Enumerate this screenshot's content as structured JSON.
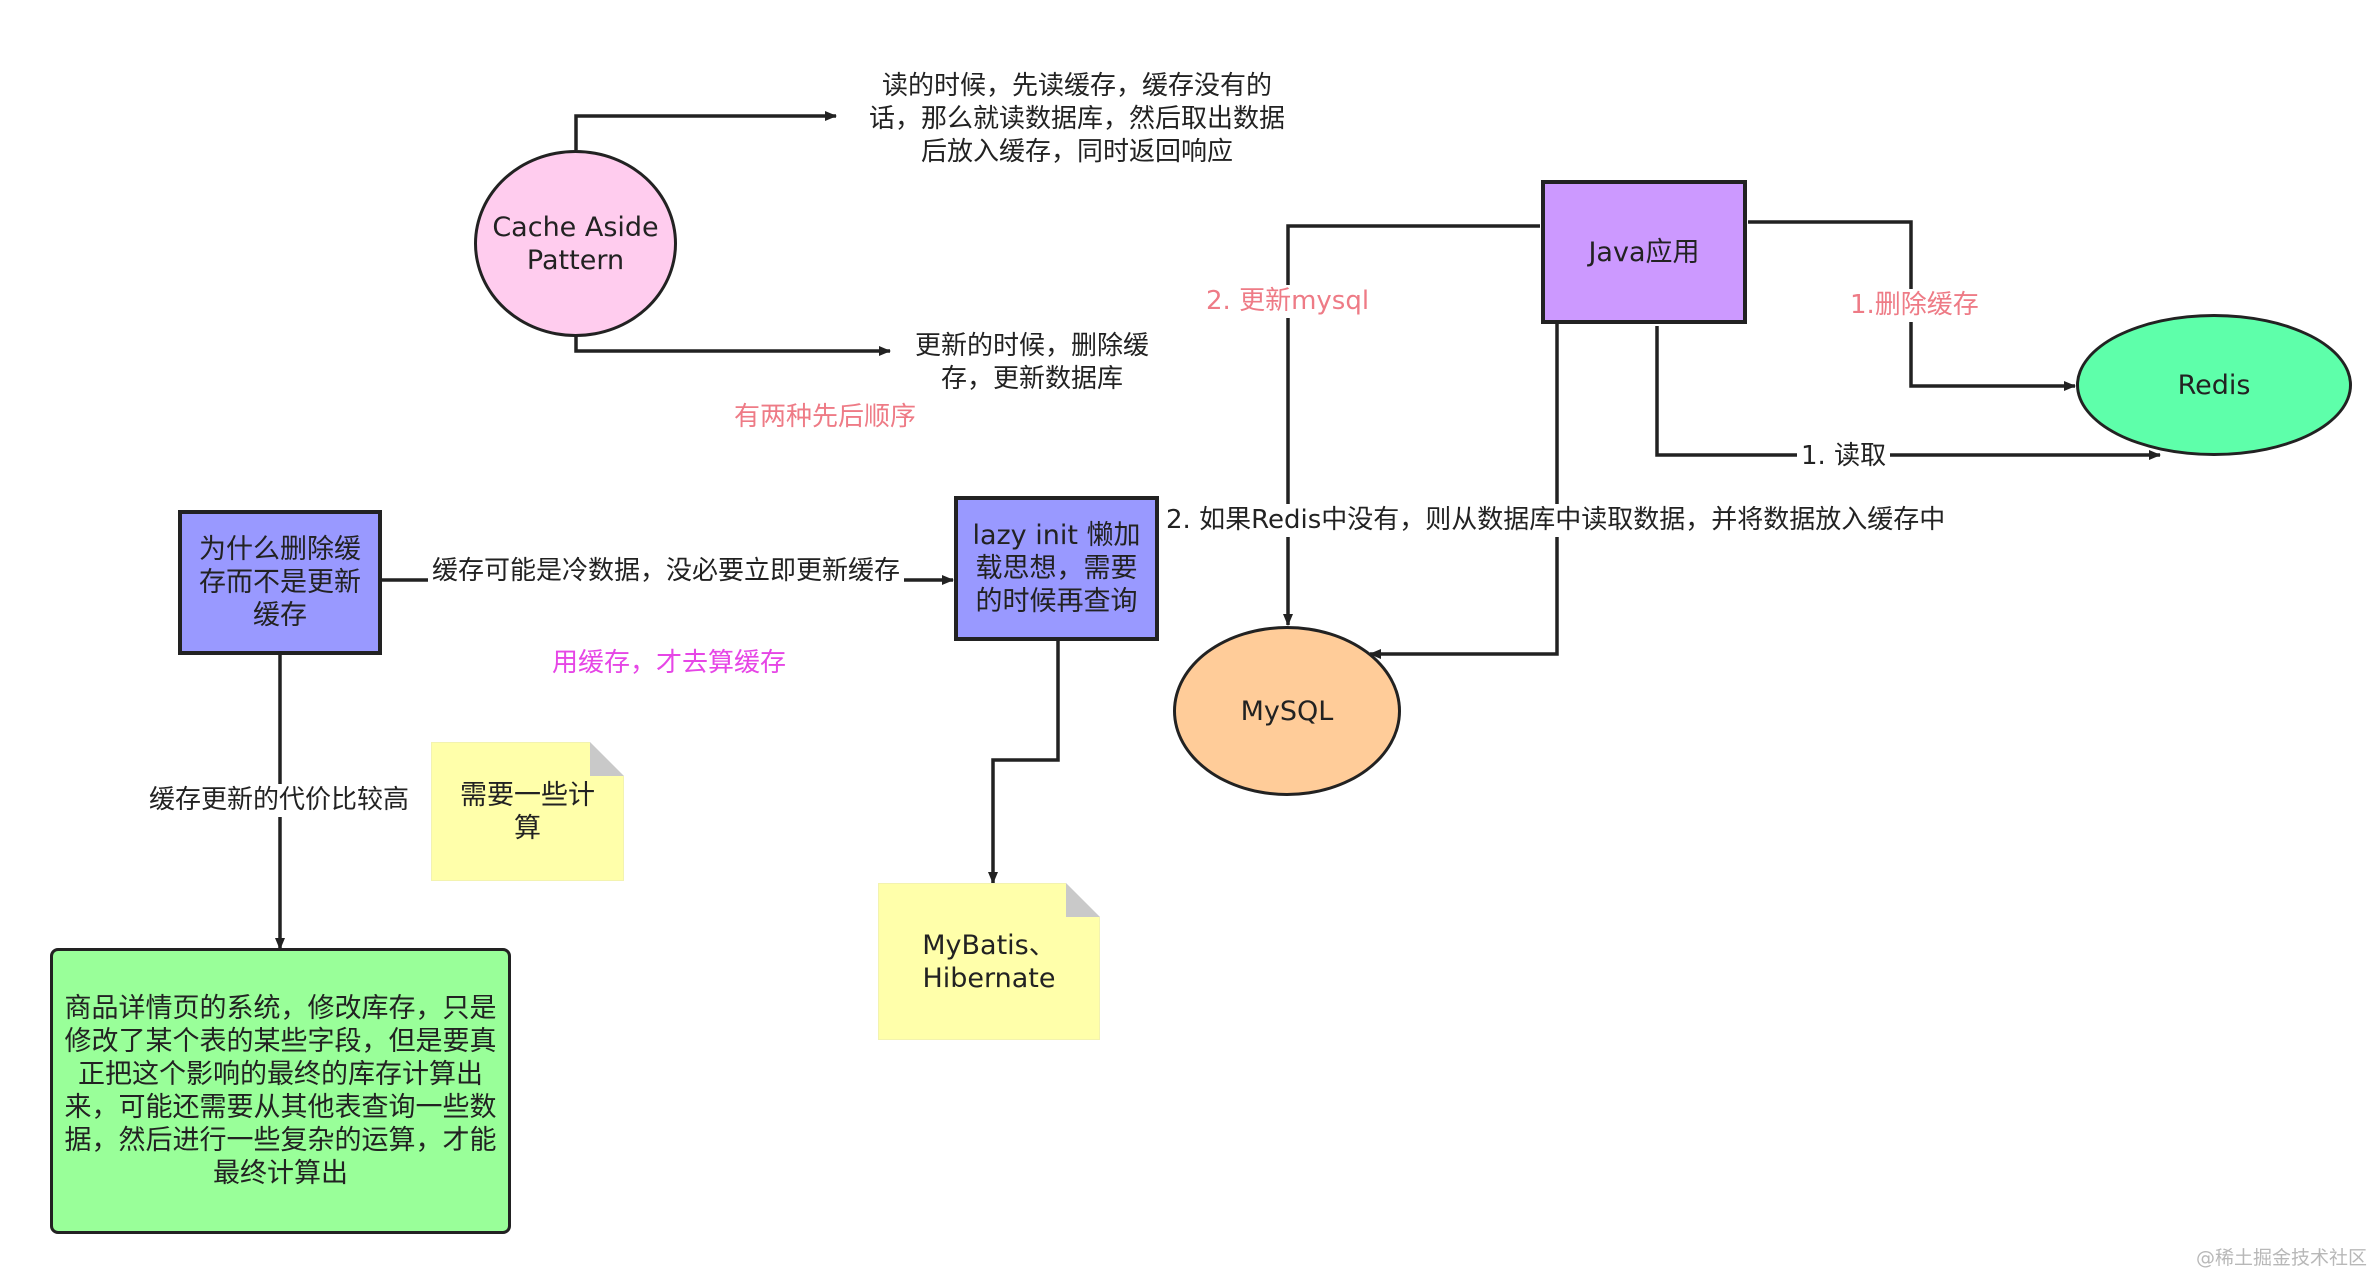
{
  "colors": {
    "stroke": "#222222",
    "ellipse_pink": "#ffccee",
    "ellipse_green": "#5effaa",
    "ellipse_orange": "#ffcc99",
    "rect_purple": "#cc99ff",
    "rect_blue": "#9999ff",
    "rect_green": "#99ff99",
    "note_yellow": "#ffffaa",
    "label_red": "#ee7b86",
    "label_magenta": "#e646e6"
  },
  "nodes": {
    "cache_aside": "Cache Aside\nPattern",
    "java_app": "Java应用",
    "redis": "Redis",
    "mysql": "MySQL",
    "why_delete": "为什么删除缓\n存而不是更新\n缓存",
    "lazy_init": "lazy init 懒加\n载思想，需要\n的时候再查询",
    "note_compute": "需要一些计\n算",
    "note_orm": "MyBatis、\nHibernate",
    "product_detail": "商品详情页的系统，修改库存，只是\n修改了某个表的某些字段，但是要真\n正把这个影响的最终的库存计算出\n来，可能还需要从其他表查询一些数\n据，然后进行一些复杂的运算，才能\n最终计算出"
  },
  "labels": {
    "read_desc": "读的时候，先读缓存，缓存没有的\n话，那么就读数据库，然后取出数据\n后放入缓存，同时返回响应",
    "update_desc": "更新的时候，删除缓\n存，更新数据库",
    "two_orders": "有两种先后顺序",
    "update_mysql": "2. 更新mysql",
    "delete_cache": "1.删除缓存",
    "read": "1. 读取",
    "redis_miss": "2. 如果Redis中没有，则从数据库中读取数据，并将数据放入缓存中",
    "cold_data": "缓存可能是冷数据，没必要立即更新缓存",
    "use_then_compute": "用缓存，才去算缓存",
    "update_cost": "缓存更新的代价比较高",
    "watermark": "@稀土掘金技术社区"
  }
}
